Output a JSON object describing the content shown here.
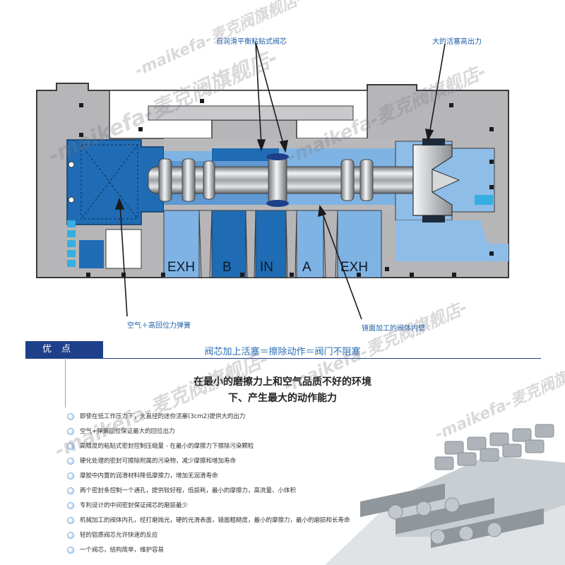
{
  "callouts": {
    "spool_top": "自润滑平衡粘贴式阀芯",
    "piston_top": "大的活塞高出力",
    "air_spring": "空气＋高回位力弹簧",
    "mirror_wall": "镜面加工的阀体内壁"
  },
  "ports": [
    "EXH",
    "B",
    "IN",
    "A",
    "EXH"
  ],
  "colors": {
    "body_gray": "#b5b5b7",
    "outline": "#3a3a3c",
    "dark_blue": "#1f6cb4",
    "light_blue": "#7fb3e3",
    "cyan": "#35aee2",
    "accent_navy": "#1e3f8a",
    "summary_blue": "#2a6db4"
  },
  "advantages": {
    "tab_label": "优点",
    "summary": "阀芯加上活塞＝擦除动作＝阀门不阻塞",
    "headline_line1": "在最小的磨擦力上和空气品质不好的环境",
    "headline_line2": "下、产生最大的动作能力",
    "features": [
      "即使在低工作压力下，大直径的迷你活塞(3cm2)提供大的出力",
      "空气+弹簧回位保证最大的回位出力",
      "高精度的粘贴式密封控制压缩量 - 在最小的摩擦力下擦除污染颗粒",
      "硬化处理的密封可擦除附属的污染物，减少摩擦和增加寿命",
      "摩胶中内置的润滑材料降低摩擦力，增加无润滑寿命",
      "两个密封条控制一个通孔，提供较好程，低损耗，最小的摩擦力，高流量、小体积",
      "专利设计的中间密封保证阀芯的磨损最少",
      "机械加工的阀体内孔，经打磨抛光，硬的光滑表面，镜面粗糙度，最小的摩擦力，最小的磨损和长寿命",
      "轻的铝质阀芯允许快速的反应",
      "一个阀芯，结构简单，维护容易"
    ]
  },
  "watermarks": [
    "-maikefa-麦克阀旗舰店-",
    "-maikefa-麦克阀旗舰店-",
    "-maikefa-麦克阀旗舰店-",
    "-maikefa-麦克阀旗舰店-",
    "-maikefa-麦克阀旗舰店-",
    "-maikefa-麦克阀旗舰店-"
  ]
}
